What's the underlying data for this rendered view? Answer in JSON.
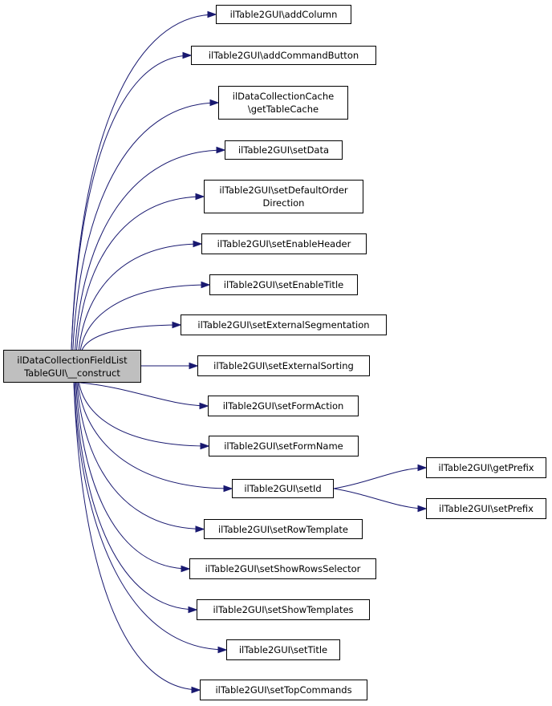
{
  "colors": {
    "edge": "#191970",
    "root_fill": "#bfbfbf",
    "node_fill": "#ffffff",
    "border": "#000000"
  },
  "nodes": {
    "root": "ilDataCollectionFieldList\nTableGUI\\__construct",
    "addColumn": "ilTable2GUI\\addColumn",
    "addCommandButton": "ilTable2GUI\\addCommandButton",
    "getTableCache": "ilDataCollectionCache\n\\getTableCache",
    "setData": "ilTable2GUI\\setData",
    "setDefaultOrderDirection": "ilTable2GUI\\setDefaultOrder\nDirection",
    "setEnableHeader": "ilTable2GUI\\setEnableHeader",
    "setEnableTitle": "ilTable2GUI\\setEnableTitle",
    "setExternalSegmentation": "ilTable2GUI\\setExternalSegmentation",
    "setExternalSorting": "ilTable2GUI\\setExternalSorting",
    "setFormAction": "ilTable2GUI\\setFormAction",
    "setFormName": "ilTable2GUI\\setFormName",
    "setId": "ilTable2GUI\\setId",
    "getPrefix": "ilTable2GUI\\getPrefix",
    "setPrefix": "ilTable2GUI\\setPrefix",
    "setRowTemplate": "ilTable2GUI\\setRowTemplate",
    "setShowRowsSelector": "ilTable2GUI\\setShowRowsSelector",
    "setShowTemplates": "ilTable2GUI\\setShowTemplates",
    "setTitle": "ilTable2GUI\\setTitle",
    "setTopCommands": "ilTable2GUI\\setTopCommands"
  },
  "edges": [
    [
      "root",
      "addColumn"
    ],
    [
      "root",
      "addCommandButton"
    ],
    [
      "root",
      "getTableCache"
    ],
    [
      "root",
      "setData"
    ],
    [
      "root",
      "setDefaultOrderDirection"
    ],
    [
      "root",
      "setEnableHeader"
    ],
    [
      "root",
      "setEnableTitle"
    ],
    [
      "root",
      "setExternalSegmentation"
    ],
    [
      "root",
      "setExternalSorting"
    ],
    [
      "root",
      "setFormAction"
    ],
    [
      "root",
      "setFormName"
    ],
    [
      "root",
      "setId"
    ],
    [
      "root",
      "setRowTemplate"
    ],
    [
      "root",
      "setShowRowsSelector"
    ],
    [
      "root",
      "setShowTemplates"
    ],
    [
      "root",
      "setTitle"
    ],
    [
      "root",
      "setTopCommands"
    ],
    [
      "setId",
      "getPrefix"
    ],
    [
      "setId",
      "setPrefix"
    ]
  ]
}
